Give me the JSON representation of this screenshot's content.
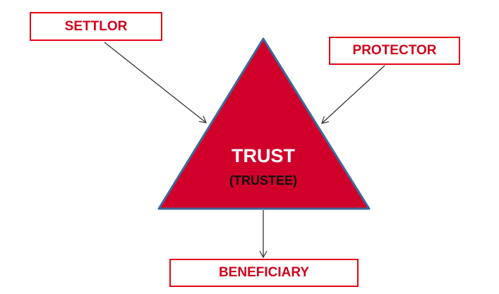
{
  "nodes": {
    "settlor": "SETTLOR",
    "protector": "PROTECTOR",
    "trust": "TRUST",
    "trustee": "(TRUSTEE)",
    "beneficiary": "BENEFICIARY"
  },
  "colors": {
    "triangle_fill": "#d0002a",
    "triangle_stroke": "#3b6a9a",
    "box_border": "#e30613",
    "text_red": "#d0021b"
  }
}
